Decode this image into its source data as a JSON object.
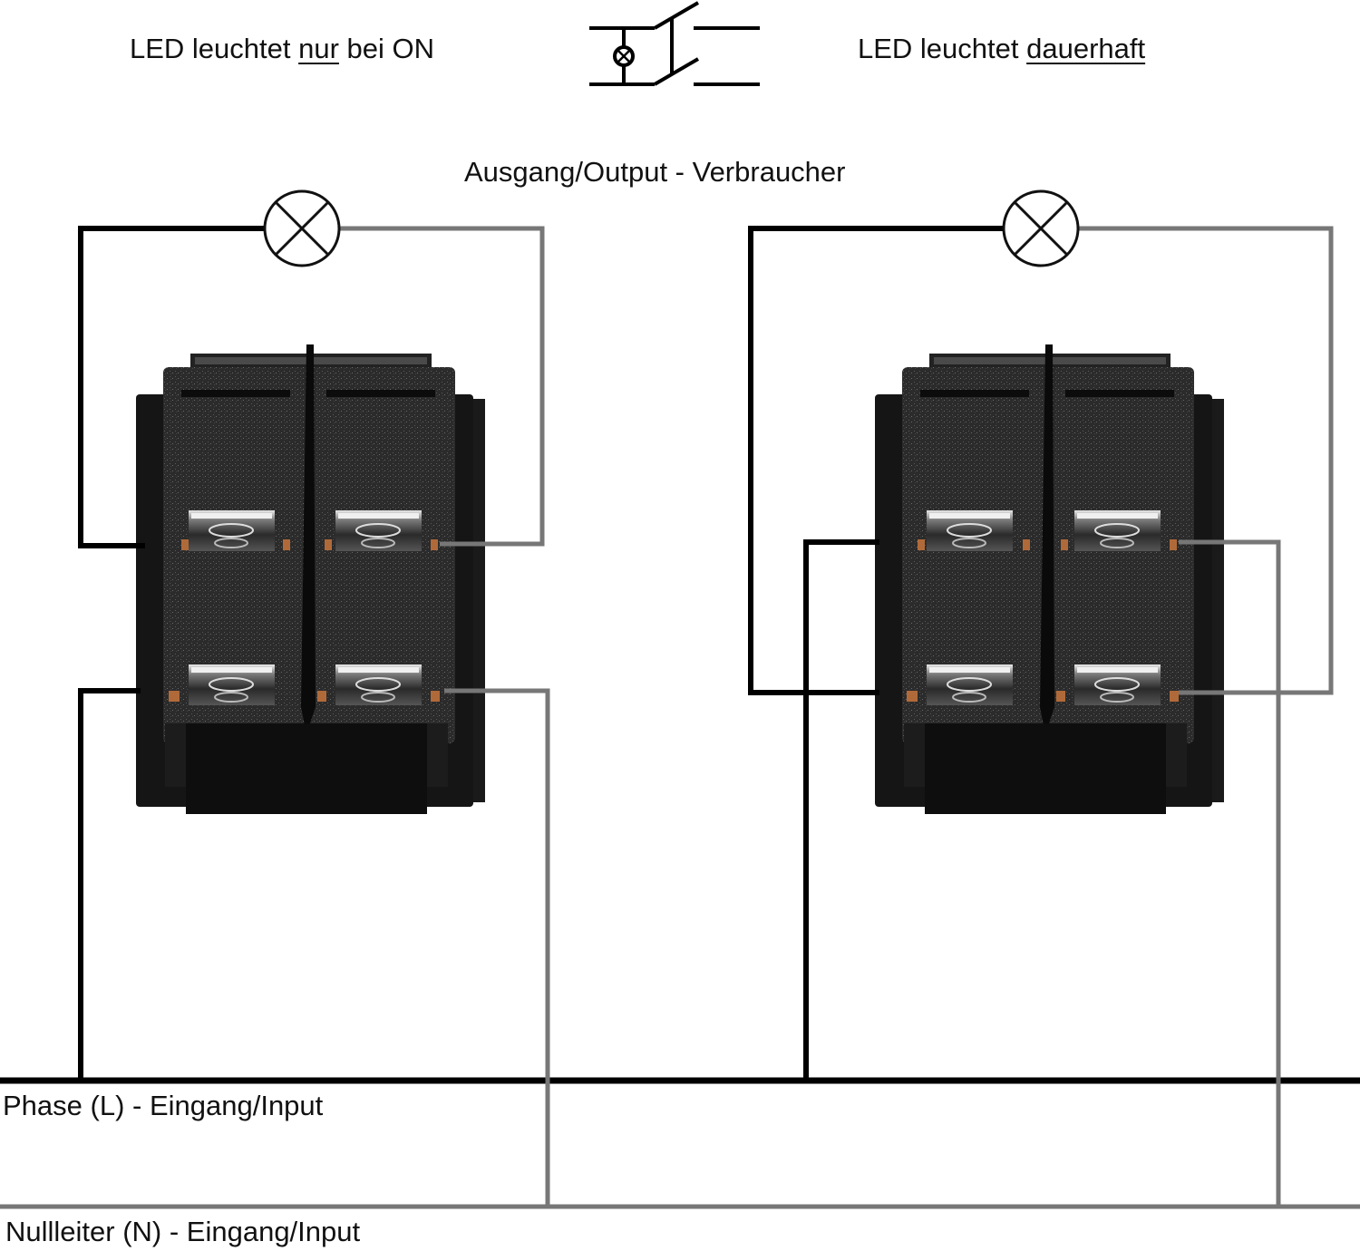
{
  "header": {
    "left_caption": {
      "prefix": "LED leuchtet ",
      "emphasis": "nur",
      "suffix": " bei ON"
    },
    "right_caption": {
      "prefix": "LED leuchtet ",
      "emphasis": "dauerhaft",
      "suffix": ""
    },
    "symbol": "dpst-switch-with-lamp-symbol"
  },
  "output_label": "Ausgang/Output - Verbraucher",
  "phase_label": "Phase (L) - Eingang/Input",
  "neutral_label": "Nullleiter (N) - Eingang/Input",
  "circuits": [
    {
      "name": "led-only-on",
      "lamp": "lamp-icon",
      "switch": "rocker-switch-dpst-6pin"
    },
    {
      "name": "led-permanent",
      "lamp": "lamp-icon",
      "switch": "rocker-switch-dpst-6pin"
    }
  ],
  "colors": {
    "phase_wire": "#000000",
    "neutral_wire": "#7a7a7a",
    "switch_body": "#2a2a2a",
    "terminal": "#b8b8b8",
    "solder": "#b06a3a"
  }
}
